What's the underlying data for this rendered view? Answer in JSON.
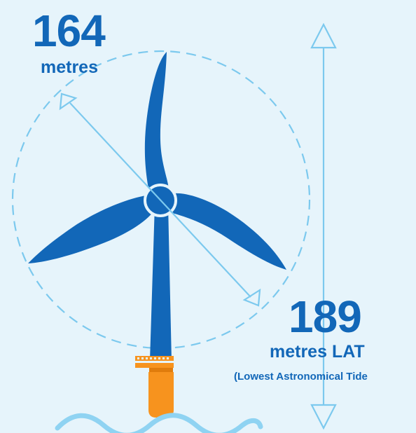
{
  "rotor_diameter": {
    "value": "164",
    "unit": "metres"
  },
  "tip_height": {
    "value": "189",
    "unit": "metres LAT",
    "note": "(Lowest Astronomical Tide"
  },
  "colors": {
    "background": "#e6f4fb",
    "turbine_blue": "#1267b8",
    "measure_light_blue": "#7cc9ee",
    "foundation_orange": "#f7931e",
    "foundation_dark_orange": "#e07c0c",
    "water_light_blue": "#8fd3f2"
  }
}
